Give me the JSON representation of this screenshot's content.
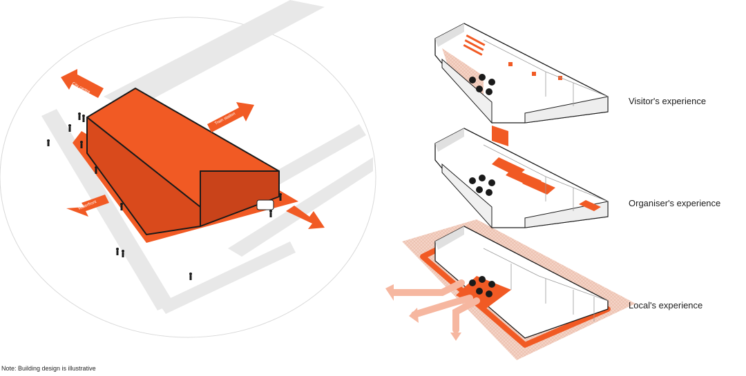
{
  "colors": {
    "accent": "#f15a24",
    "accent_dark": "#c9431a",
    "accent_light": "#f6b7a0",
    "pink_ground": "#f4d3c6",
    "street": "#e6e6e6",
    "ink": "#1a1a1a"
  },
  "arrows": {
    "north": "City centre",
    "east": "Train station",
    "west": "Waterfront"
  },
  "experiences": [
    {
      "label": "Visitor's experience"
    },
    {
      "label": "Organiser's experience"
    },
    {
      "label": "Local's experience"
    }
  ],
  "note": "Note: Building design is illustrative",
  "icons": [
    "person-icon",
    "tree-icon",
    "vehicle-icon",
    "desk-icon"
  ]
}
